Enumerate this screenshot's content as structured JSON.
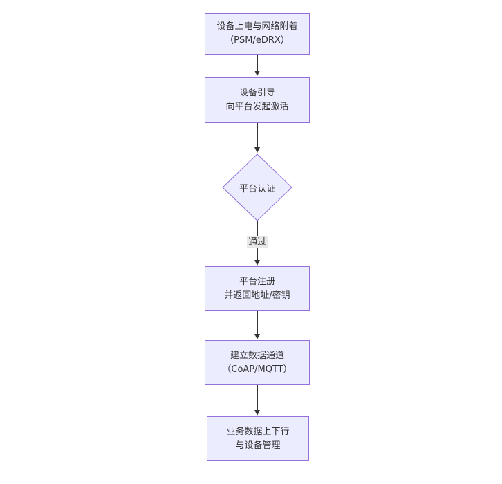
{
  "colors": {
    "node_fill": "#ECECFF",
    "node_border": "#9370DB",
    "arrow": "#333333",
    "text": "#333333",
    "edge_label_bg": "#e8e8e8",
    "background": "#ffffff"
  },
  "nodes": [
    {
      "id": "n1",
      "type": "rect",
      "lines": [
        "设备上电与网络附着",
        "（PSM/eDRX）"
      ]
    },
    {
      "id": "n2",
      "type": "rect",
      "lines": [
        "设备引导",
        "向平台发起激活"
      ]
    },
    {
      "id": "n3",
      "type": "diamond",
      "lines": [
        "平台认证"
      ]
    },
    {
      "id": "n4",
      "type": "rect",
      "lines": [
        "平台注册",
        "并返回地址/密钥"
      ]
    },
    {
      "id": "n5",
      "type": "rect",
      "lines": [
        "建立数据通道",
        "（CoAP/MQTT）"
      ]
    },
    {
      "id": "n6",
      "type": "rect",
      "lines": [
        "业务数据上下行",
        "与设备管理"
      ]
    }
  ],
  "edges": [
    {
      "from": "n1",
      "to": "n2",
      "label": ""
    },
    {
      "from": "n2",
      "to": "n3",
      "label": ""
    },
    {
      "from": "n3",
      "to": "n4",
      "label": "通过"
    },
    {
      "from": "n4",
      "to": "n5",
      "label": ""
    },
    {
      "from": "n5",
      "to": "n6",
      "label": ""
    }
  ]
}
